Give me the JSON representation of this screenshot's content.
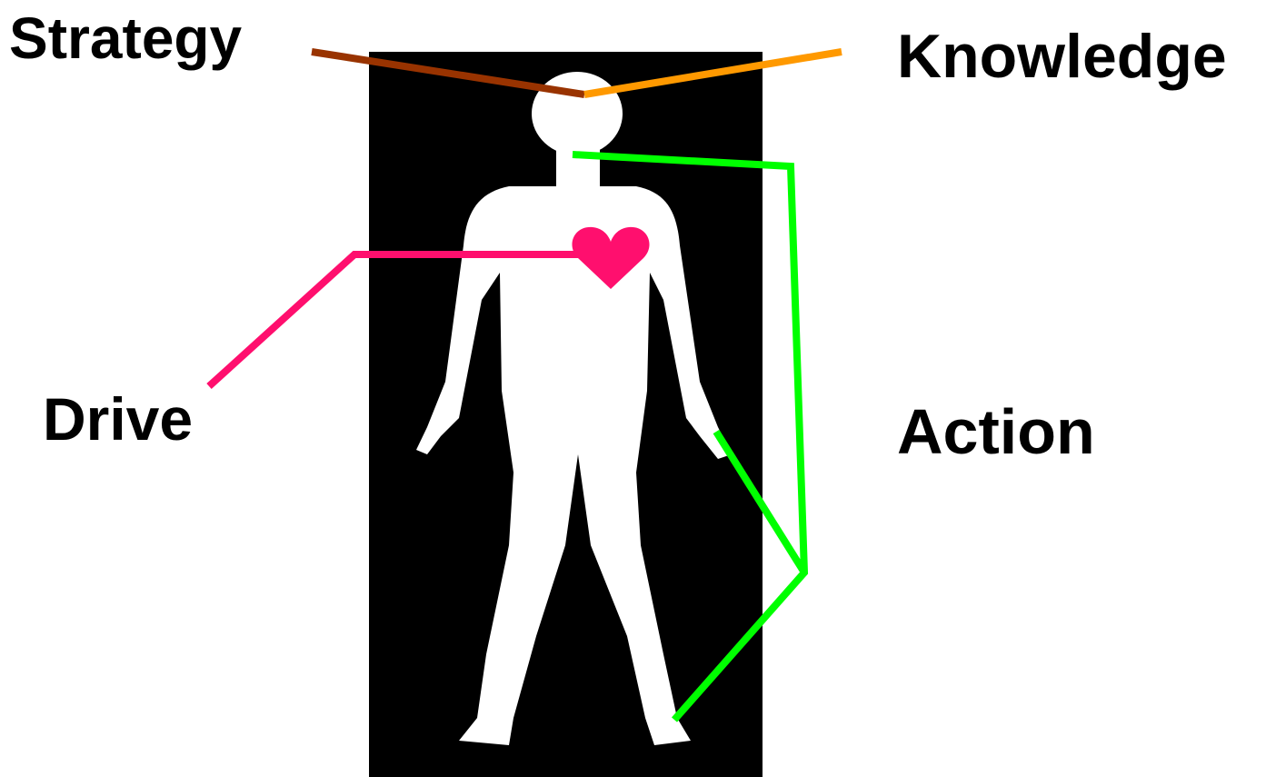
{
  "labels": {
    "strategy": "Strategy",
    "knowledge": "Knowledge",
    "drive": "Drive",
    "action": "Action"
  },
  "colors": {
    "background": "#ffffff",
    "panel": "#000000",
    "silhouette": "#ffffff",
    "heart": "#ff0f6e",
    "strategy_line": "#993300",
    "knowledge_line": "#ff9900",
    "drive_line": "#ff0f6e",
    "action_line": "#00ff00",
    "text": "#000000"
  },
  "icons": {
    "figure": "human-silhouette-icon",
    "heart": "heart-icon"
  }
}
